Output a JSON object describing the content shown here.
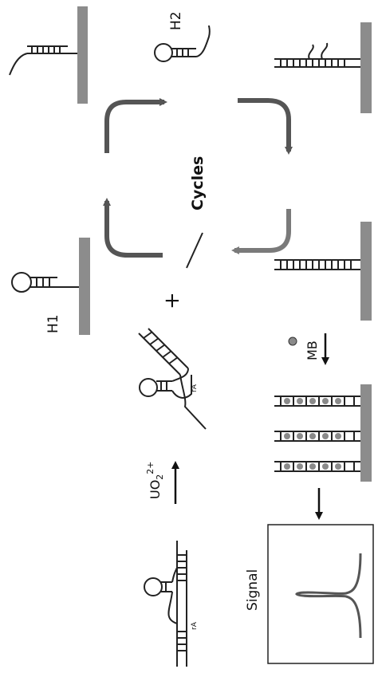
{
  "labels": {
    "h2": "H2",
    "h1": "H1",
    "cycles": "Cycles",
    "plus": "+",
    "mb": "MB",
    "uo2": "UO",
    "uo2_sub": "2",
    "uo2_sup": "2+",
    "signal": "Signal",
    "ra_top": "rA",
    "ra_bottom": "rA"
  },
  "colors": {
    "electrode": "#8c8c8c",
    "arrow_dark": "#555555",
    "arrow_light": "#7a7a7a",
    "strand": "#222222",
    "mb_bead": "#8a8a8a"
  },
  "icons": {
    "cycle_arrows": "curved-arrow-icon",
    "process_arrows": "straight-arrow-icon",
    "methylene_blue": "bead-icon"
  }
}
